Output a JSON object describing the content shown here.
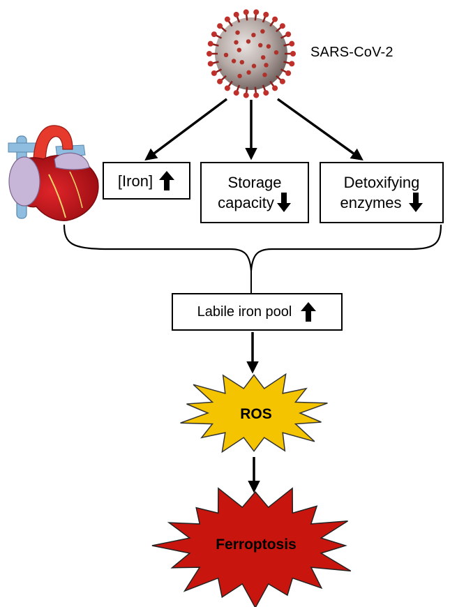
{
  "virus": {
    "label": "SARS-CoV-2"
  },
  "effects": {
    "iron": {
      "text": "[Iron]",
      "direction": "up"
    },
    "storage": {
      "line1": "Storage",
      "line2": "capacity",
      "direction": "down"
    },
    "detox": {
      "line1": "Detoxifying",
      "line2": "enzymes",
      "direction": "down"
    }
  },
  "labile": {
    "text": "Labile iron pool",
    "direction": "up"
  },
  "ros": {
    "label": "ROS",
    "color": "#f5c400"
  },
  "ferroptosis": {
    "label": "Ferroptosis",
    "color": "#c8160e"
  }
}
